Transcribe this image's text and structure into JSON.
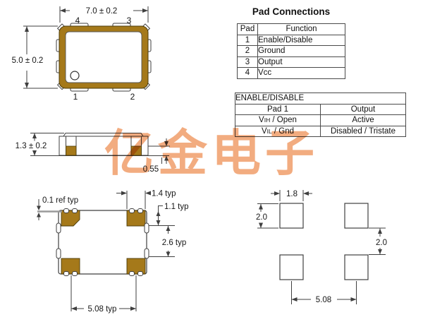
{
  "watermark": {
    "text": "亿金电子",
    "color": "#F2AC80"
  },
  "colors": {
    "pad_brown": "#A5791A",
    "pad_brown_stroke": "#4a3a08"
  },
  "top_view": {
    "dim_width": "7.0 ± 0.2",
    "dim_height": "5.0 ± 0.2",
    "pin_top_left": "4",
    "pin_top_right": "3",
    "pin_bottom_left": "1",
    "pin_bottom_right": "2"
  },
  "side_view": {
    "dim_height": "1.3 ± 0.2",
    "dim_pad_height": "0.55"
  },
  "bottom_view": {
    "dim_ref": "0.1 ref typ",
    "dim_pad_width": "1.4 typ",
    "dim_pad_height": "1.1 typ",
    "dim_pad_gap": "2.6 typ",
    "dim_pitch": "5.08 typ"
  },
  "land_pattern": {
    "dim_pad_width": "1.8",
    "dim_pad_height": "2.0",
    "dim_gap": "2.0",
    "dim_pitch": "5.08"
  },
  "pad_connections": {
    "title": "Pad Connections",
    "col_pad": "Pad",
    "col_function": "Function",
    "rows": [
      {
        "pad": "1",
        "function": "Enable/Disable"
      },
      {
        "pad": "2",
        "function": "Ground"
      },
      {
        "pad": "3",
        "function": "Output"
      },
      {
        "pad": "4",
        "function": "Vcc"
      }
    ]
  },
  "enable_disable": {
    "title": "ENABLE/DISABLE",
    "col_pad": "Pad 1",
    "col_output": "Output",
    "rows": [
      {
        "prefix": "V",
        "sub": "IH",
        "suffix": " / Open",
        "output": "Active"
      },
      {
        "prefix": "V",
        "sub": "IL",
        "suffix": " / Gnd",
        "output": "Disabled / Tristate"
      }
    ]
  }
}
